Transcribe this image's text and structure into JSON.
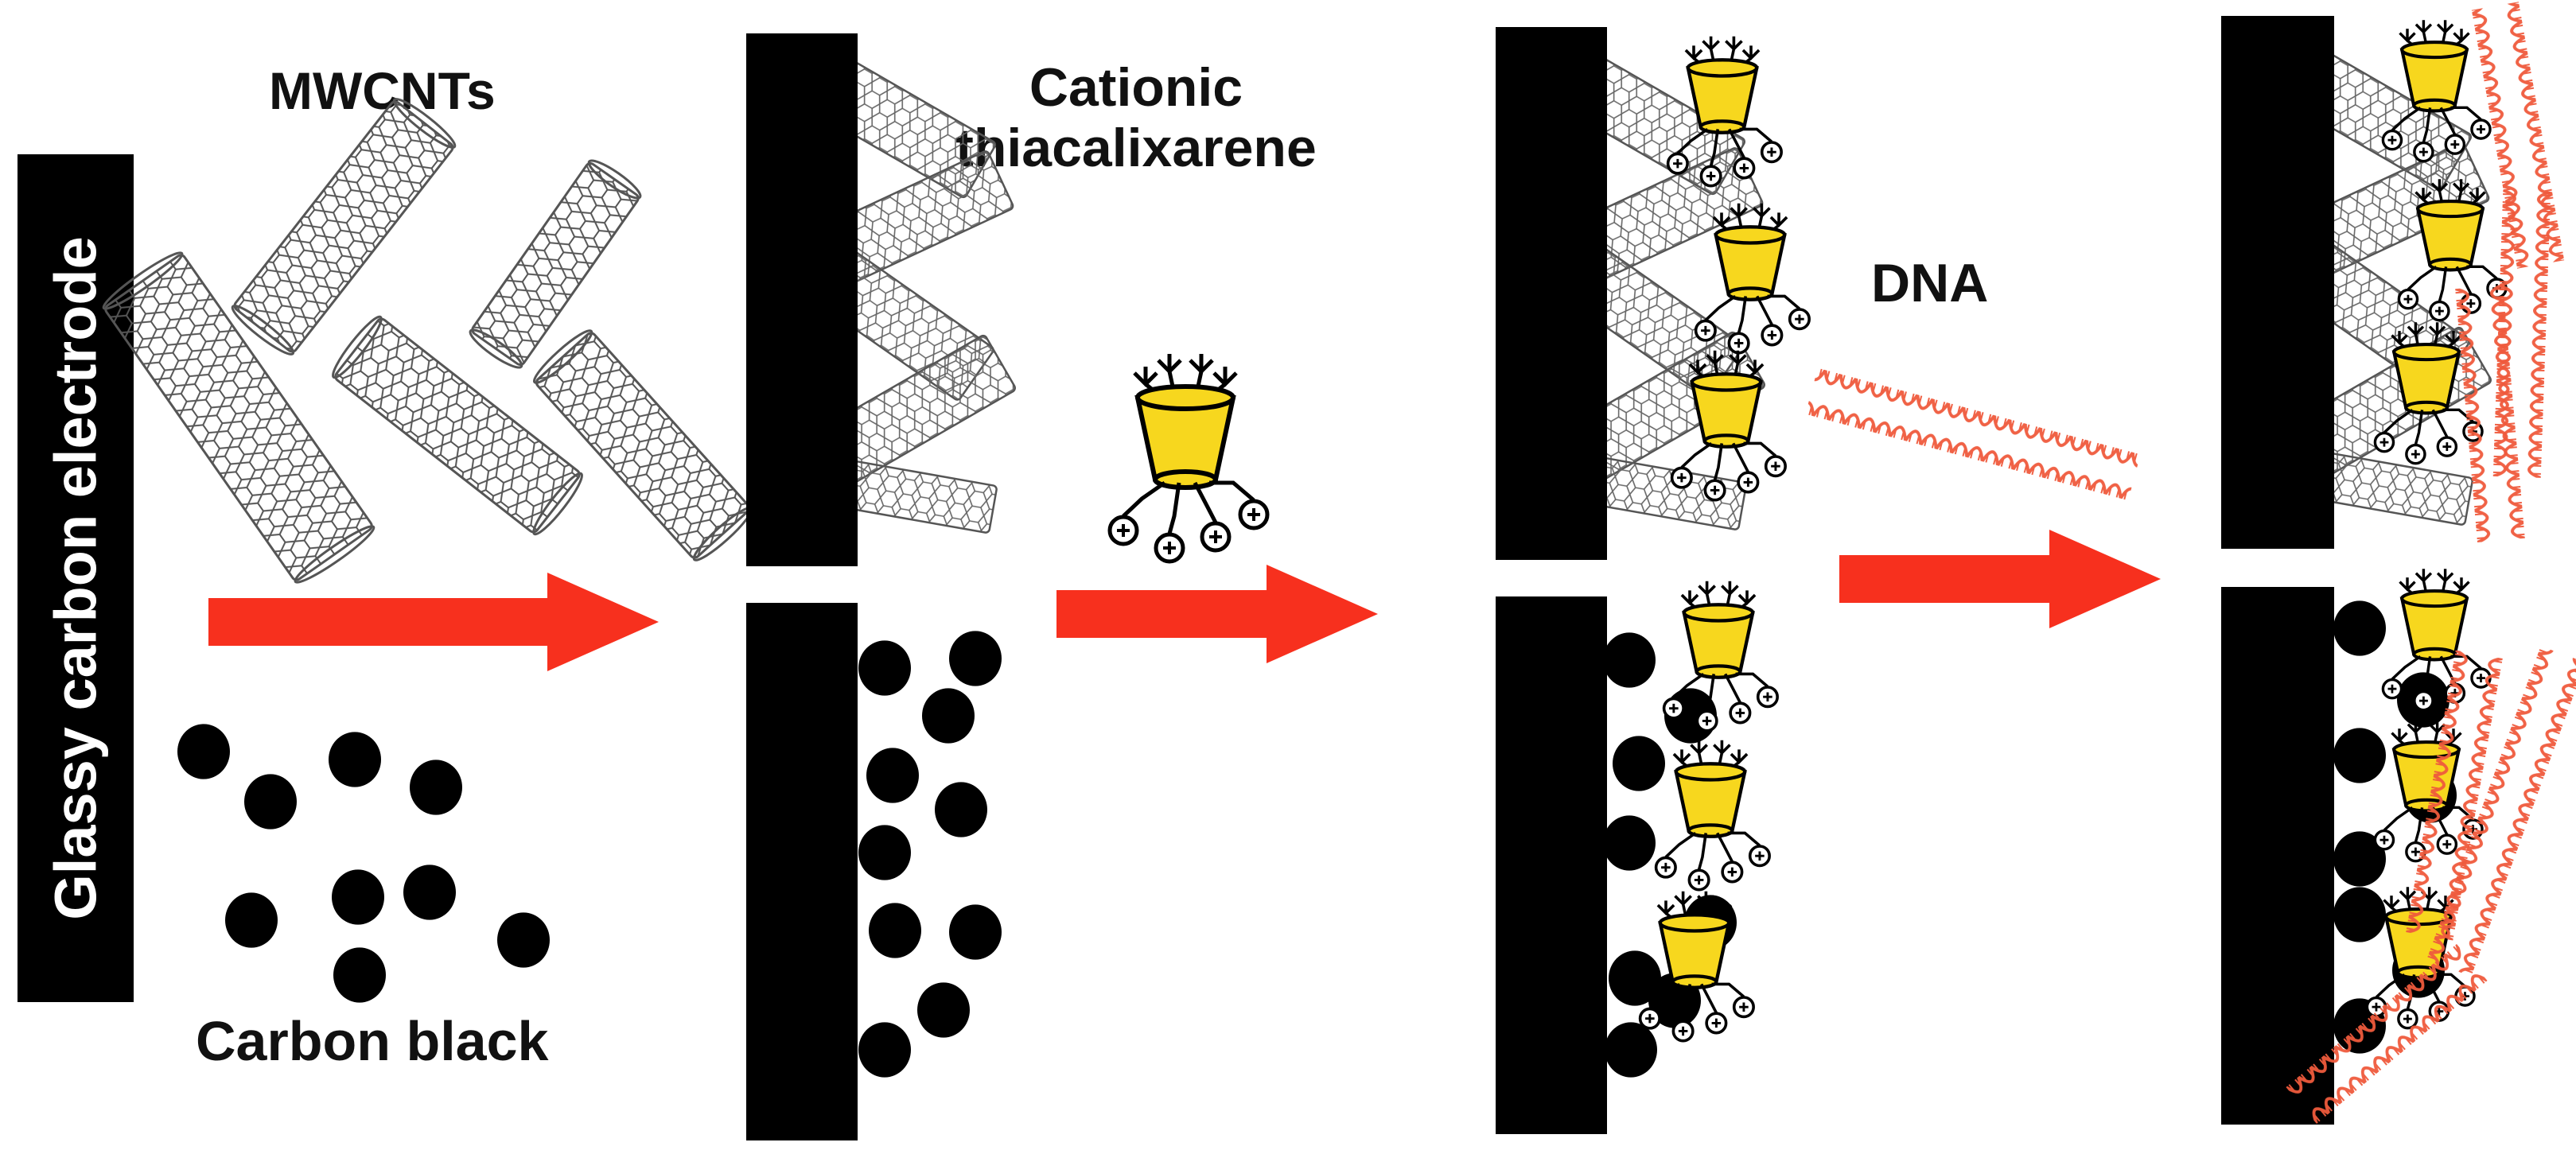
{
  "labels": {
    "electrode": "Glassy carbon electrode",
    "mwcnts": "MWCNTs",
    "carbon_black": "Carbon black",
    "calixarene_line1": "Cationic",
    "calixarene_line2": "thiacalixarene",
    "dna": "DNA"
  },
  "colors": {
    "arrow": "#f7301e",
    "electrode": "#000000",
    "cup": "#f7d71e",
    "dna": "#ef5a3c",
    "nanotube": "#555555"
  },
  "icons": [
    "cntube-icon",
    "carbon-black-particle-icon",
    "calixarene-cup-icon",
    "dna-helix-icon",
    "arrow-right-icon",
    "plus-charge-icon"
  ]
}
